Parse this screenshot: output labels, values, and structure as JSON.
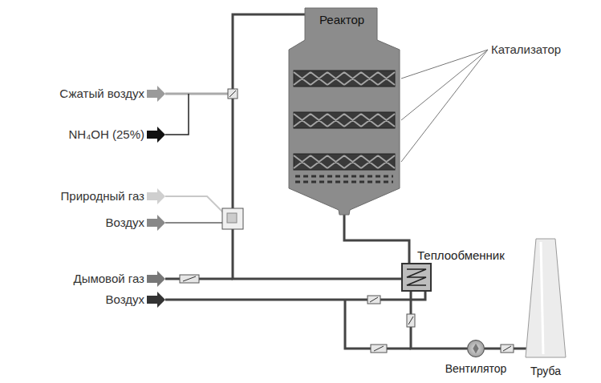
{
  "diagram": {
    "nodes": [
      {
        "text": [
          "Реактор"
        ]
      },
      {
        "text": [
          "Теплообменник"
        ]
      },
      {
        "text": [
          "Вентилятор"
        ]
      },
      {
        "text": [
          "Труба"
        ]
      }
    ],
    "edges": [
      {
        "from": 0,
        "to": 1,
        "arrow": "none"
      },
      {
        "from": 1,
        "to": 0,
        "arrow": "none"
      },
      {
        "from": 1,
        "to": 2,
        "arrow": "none"
      },
      {
        "from": 2,
        "to": 3,
        "arrow": "none"
      }
    ],
    "labels": [
      "Сжатый воздух",
      "NH₄OH (25%)",
      "Природный газ",
      "Воздух",
      "Дымовой газ",
      "Воздух",
      "Катализатор"
    ]
  }
}
